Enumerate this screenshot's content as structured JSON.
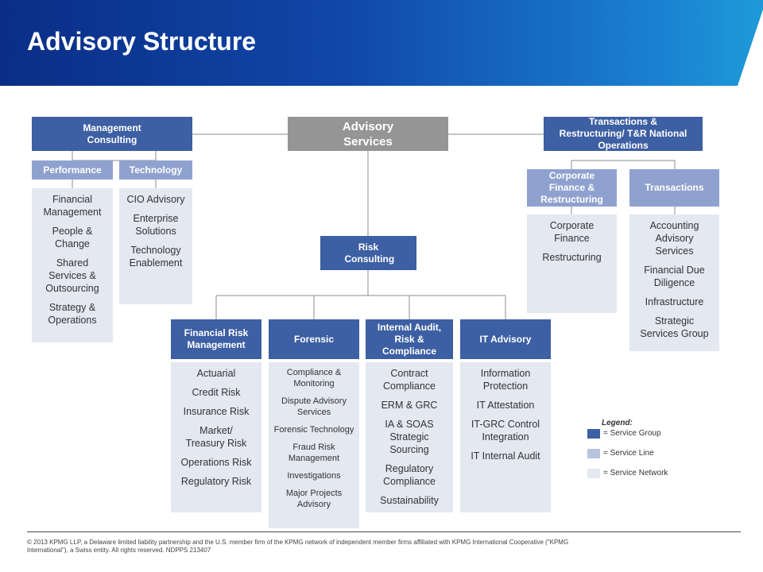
{
  "header": {
    "title": "Advisory Structure"
  },
  "root": {
    "label": "Advisory Services"
  },
  "management_consulting": {
    "label": "Management Consulting",
    "lines": [
      {
        "label": "Performance",
        "networks": [
          "Financial Management",
          "People & Change",
          "Shared Services & Outsourcing",
          "Strategy & Operations"
        ]
      },
      {
        "label": "Technology",
        "networks": [
          "CIO Advisory",
          "Enterprise Solutions",
          "Technology Enablement"
        ]
      }
    ]
  },
  "transactions_restructuring": {
    "label": "Transactions & Restructuring/ T&R National Operations",
    "lines": [
      {
        "label": "Corporate Finance & Restructuring",
        "networks": [
          "Corporate Finance",
          "Restructuring"
        ]
      },
      {
        "label": "Transactions",
        "networks": [
          "Accounting Advisory Services",
          "Financial Due Diligence",
          "Infrastructure",
          "Strategic Services Group"
        ]
      }
    ]
  },
  "risk_consulting": {
    "label": "Risk Consulting",
    "lines": [
      {
        "label": "Financial Risk Management",
        "networks": [
          "Actuarial",
          "Credit Risk",
          "Insurance Risk",
          "Market/ Treasury Risk",
          "Operations Risk",
          "Regulatory Risk"
        ]
      },
      {
        "label": "Forensic",
        "networks": [
          "Compliance & Monitoring",
          "Dispute Advisory Services",
          "Forensic Technology",
          "Fraud Risk Management",
          "Investigations",
          "Major Projects Advisory"
        ]
      },
      {
        "label": "Internal Audit, Risk & Compliance",
        "networks": [
          "Contract Compliance",
          "ERM & GRC",
          "IA & SOAS Strategic Sourcing",
          "Regulatory Compliance",
          "Sustainability"
        ]
      },
      {
        "label": "IT Advisory",
        "networks": [
          "Information Protection",
          "IT Attestation",
          "IT-GRC Control Integration",
          "IT Internal Audit"
        ]
      }
    ]
  },
  "legend": {
    "title": "Legend:",
    "items": [
      {
        "label": "= Service Group",
        "color": "#3d5fa3"
      },
      {
        "label": "= Service Line",
        "color": "#b7c3df"
      },
      {
        "label": "= Service Network",
        "color": "#e3e8f1"
      }
    ]
  },
  "footer": {
    "text": "© 2013 KPMG LLP, a Delaware limited liability partnership and the U.S. member firm of the KPMG network of independent member firms affiliated with KPMG International Cooperative (\"KPMG International\"), a Swiss entity. All rights reserved. NDPPS 213407"
  }
}
